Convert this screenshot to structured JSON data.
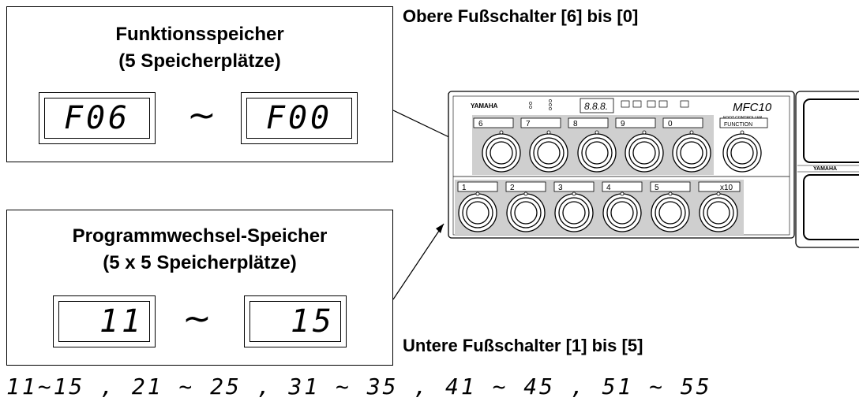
{
  "function_memory": {
    "title_line1": "Funktionsspeicher",
    "title_line2": "(5 Speicherplätze)",
    "display_from": "F06",
    "display_to": "F00",
    "tilde": "~"
  },
  "program_memory": {
    "title_line1": "Programmwechsel-Speicher",
    "title_line2": "(5 x 5 Speicherplätze)",
    "display_from": "11",
    "display_to": "15",
    "tilde": "~"
  },
  "labels": {
    "upper_switches": "Obere Fußschalter [6] bis [0]",
    "lower_switches": "Untere Fußschalter [1] bis [5]"
  },
  "ranges_text": "11~15 , 21 ~ 25 , 31 ~ 35 , 41 ~ 45 , 51 ~ 55",
  "device": {
    "brand": "YAMAHA",
    "model": "MFC10",
    "model_sub": "FOOT CONTROLLER",
    "display": "8.8.8.",
    "upper_keys": [
      "6",
      "7",
      "8",
      "9",
      "0"
    ],
    "function_key": "FUNCTION",
    "lower_keys": [
      "1",
      "2",
      "3",
      "4",
      "5",
      "x10"
    ],
    "pedal_brand": "YAMAHA"
  }
}
